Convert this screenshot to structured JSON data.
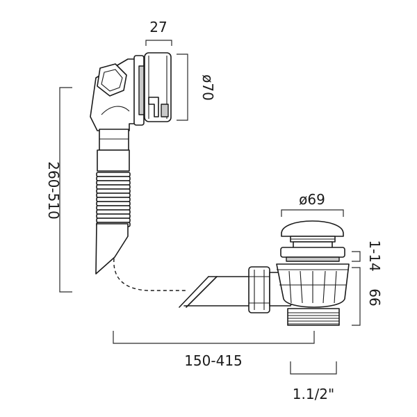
{
  "dimensions": {
    "overflow_offset": "27",
    "overflow_diameter": "ø70",
    "vertical_range": "260-510",
    "waste_diameter": "ø69",
    "plug_lift": "1-14",
    "waste_height": "66",
    "horizontal_range": "150-415",
    "thread_size": "1.1/2\""
  },
  "colors": {
    "line": "#1a1a1a",
    "fill_grey": "#c9c9c9",
    "background": "#ffffff"
  }
}
